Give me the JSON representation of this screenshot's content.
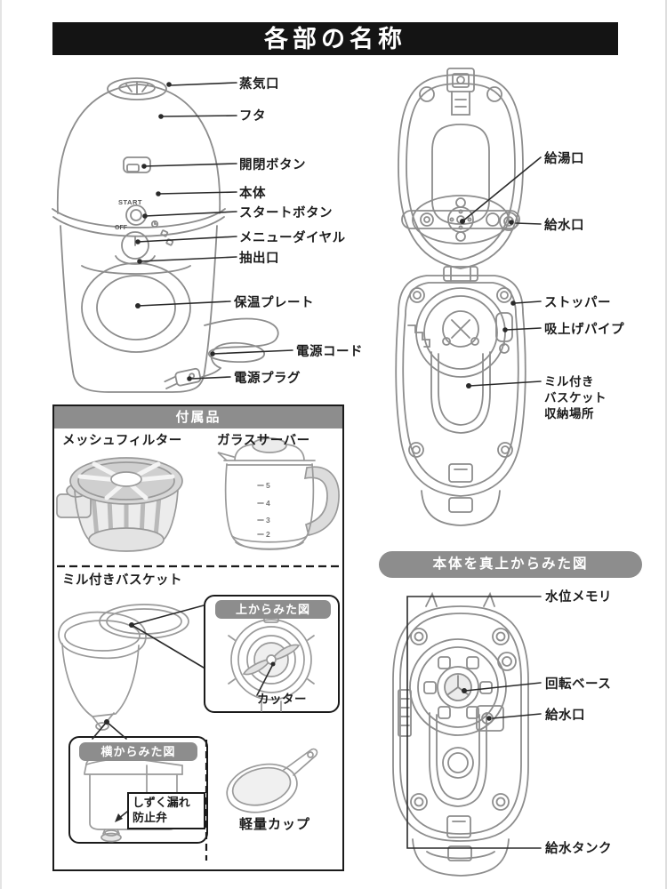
{
  "page": {
    "title": "各部の名称"
  },
  "front_view": {
    "labels": {
      "steam_vent": "蒸気口",
      "lid": "フタ",
      "open_close_button": "開閉ボタン",
      "main_body": "本体",
      "start_button": "スタートボタン",
      "menu_dial": "メニューダイヤル",
      "outlet": "抽出口",
      "warming_plate": "保温プレート",
      "power_cord": "電源コード",
      "power_plug": "電源プラグ"
    },
    "device_text": {
      "start": "START",
      "off": "OFF"
    }
  },
  "open_lid_view": {
    "labels": {
      "hot_water_outlet": "給湯口",
      "water_inlet": "給水口",
      "stopper": "ストッパー",
      "suction_pipe": "吸上げパイプ",
      "basket_slot": "ミル付き\nバスケット\n収納場所"
    }
  },
  "accessories": {
    "header": "付属品",
    "mesh_filter": "メッシュフィルター",
    "glass_server": "ガラスサーバー",
    "carafe_scale": [
      "5",
      "4",
      "3",
      "2"
    ],
    "mill_basket": "ミル付きバスケット",
    "top_view_header": "上からみた図",
    "cutter": "カッター",
    "side_view_header": "横からみた図",
    "drip_valve": "しずく漏れ\n防止弁",
    "measuring_cup": "軽量カップ"
  },
  "top_down_view": {
    "header": "本体を真上からみた図",
    "labels": {
      "water_level": "水位メモリ",
      "rotating_base": "回転ベース",
      "water_inlet": "給水口",
      "water_tank": "給水タンク"
    }
  }
}
